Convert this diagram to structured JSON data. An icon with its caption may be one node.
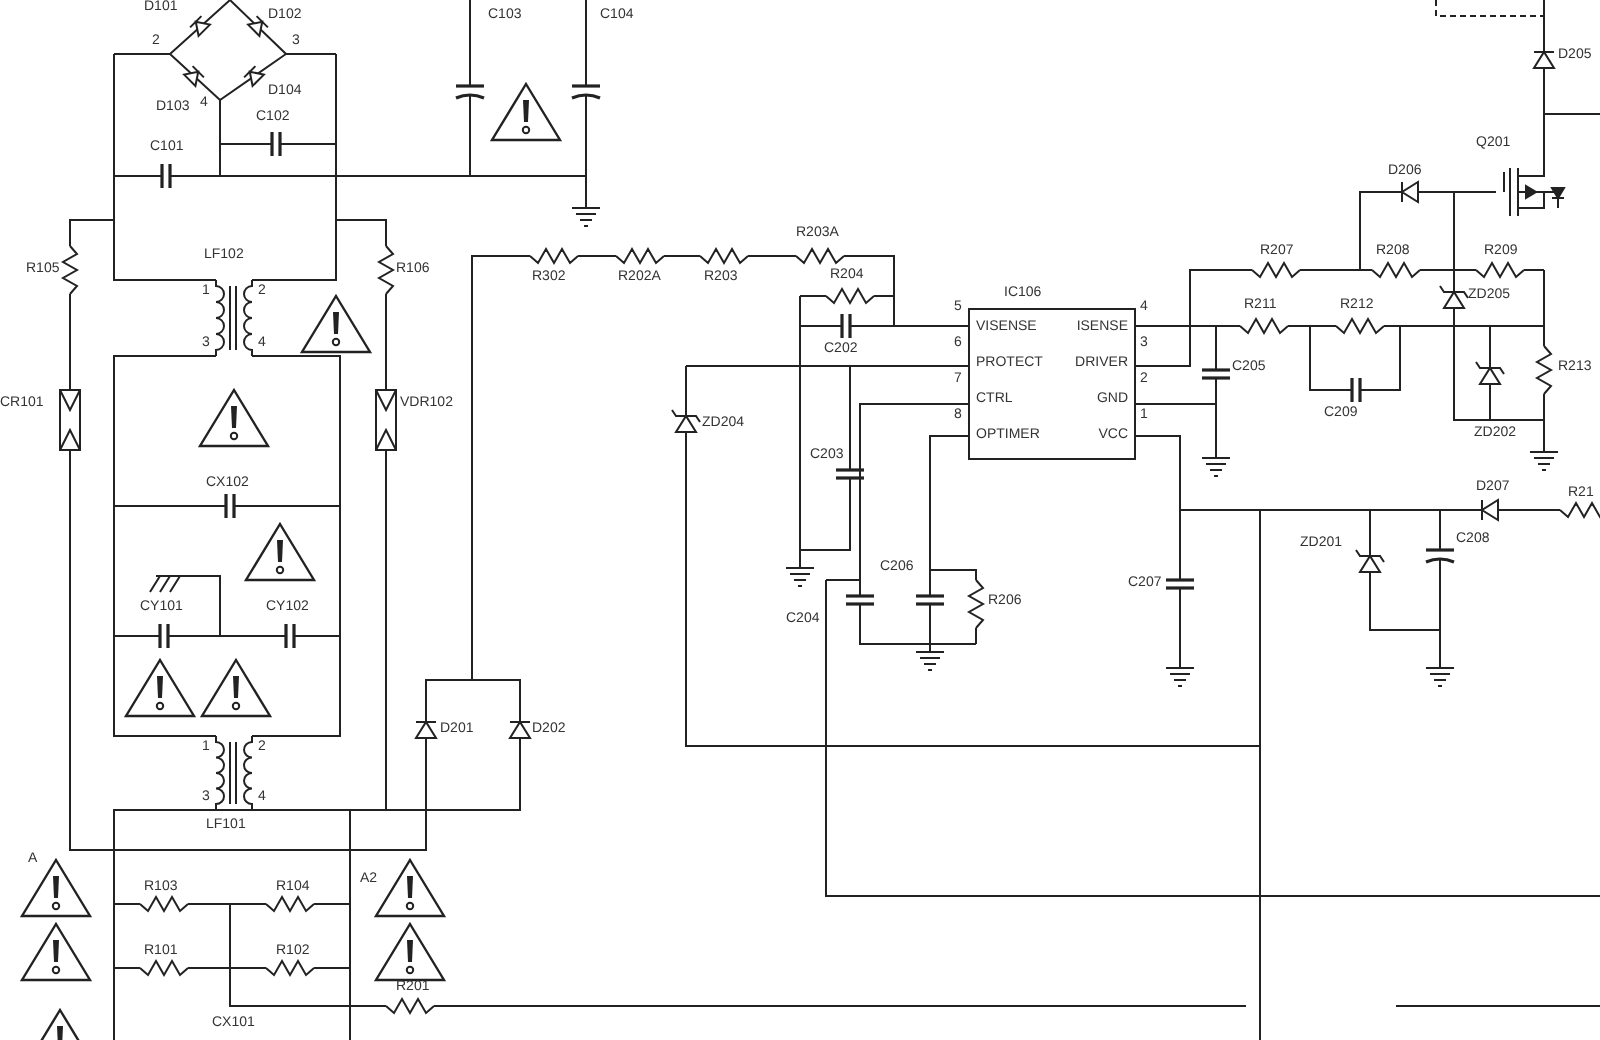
{
  "diagram": {
    "nodes": [
      {
        "text": [
          "IC106",
          "VISENSE",
          "ISENSE",
          "PROTECT",
          "DRIVER",
          "CTRL",
          "GND",
          "OPTIMER",
          "VCC"
        ],
        "beside": [
          "5",
          "6",
          "7",
          "8",
          "4",
          "3",
          "2",
          "1"
        ]
      }
    ],
    "labels": [
      "D101",
      "D102",
      "C103",
      "C104",
      "2",
      "3",
      "4",
      "D103",
      "D104",
      "C102",
      "C101",
      "R105",
      "LF102",
      "1",
      "2",
      "3",
      "4",
      "R106",
      "CR101",
      "VDR102",
      "CX102",
      "CY101",
      "CY102",
      "1",
      "2",
      "3",
      "4",
      "LF101",
      "D201",
      "D202",
      "R302",
      "R202A",
      "R203",
      "R203A",
      "R204",
      "C202",
      "ZD204",
      "C203",
      "C206",
      "C204",
      "R206",
      "C207",
      "R207",
      "R208",
      "R209",
      "R211",
      "R212",
      "C209",
      "C205",
      "ZD205",
      "ZD202",
      "R213",
      "D206",
      "Q201",
      "D205",
      "D207",
      "R21",
      "ZD201",
      "C208",
      "R103",
      "R104",
      "R101",
      "R102",
      "R201",
      "CX101",
      "A",
      "A2"
    ]
  }
}
